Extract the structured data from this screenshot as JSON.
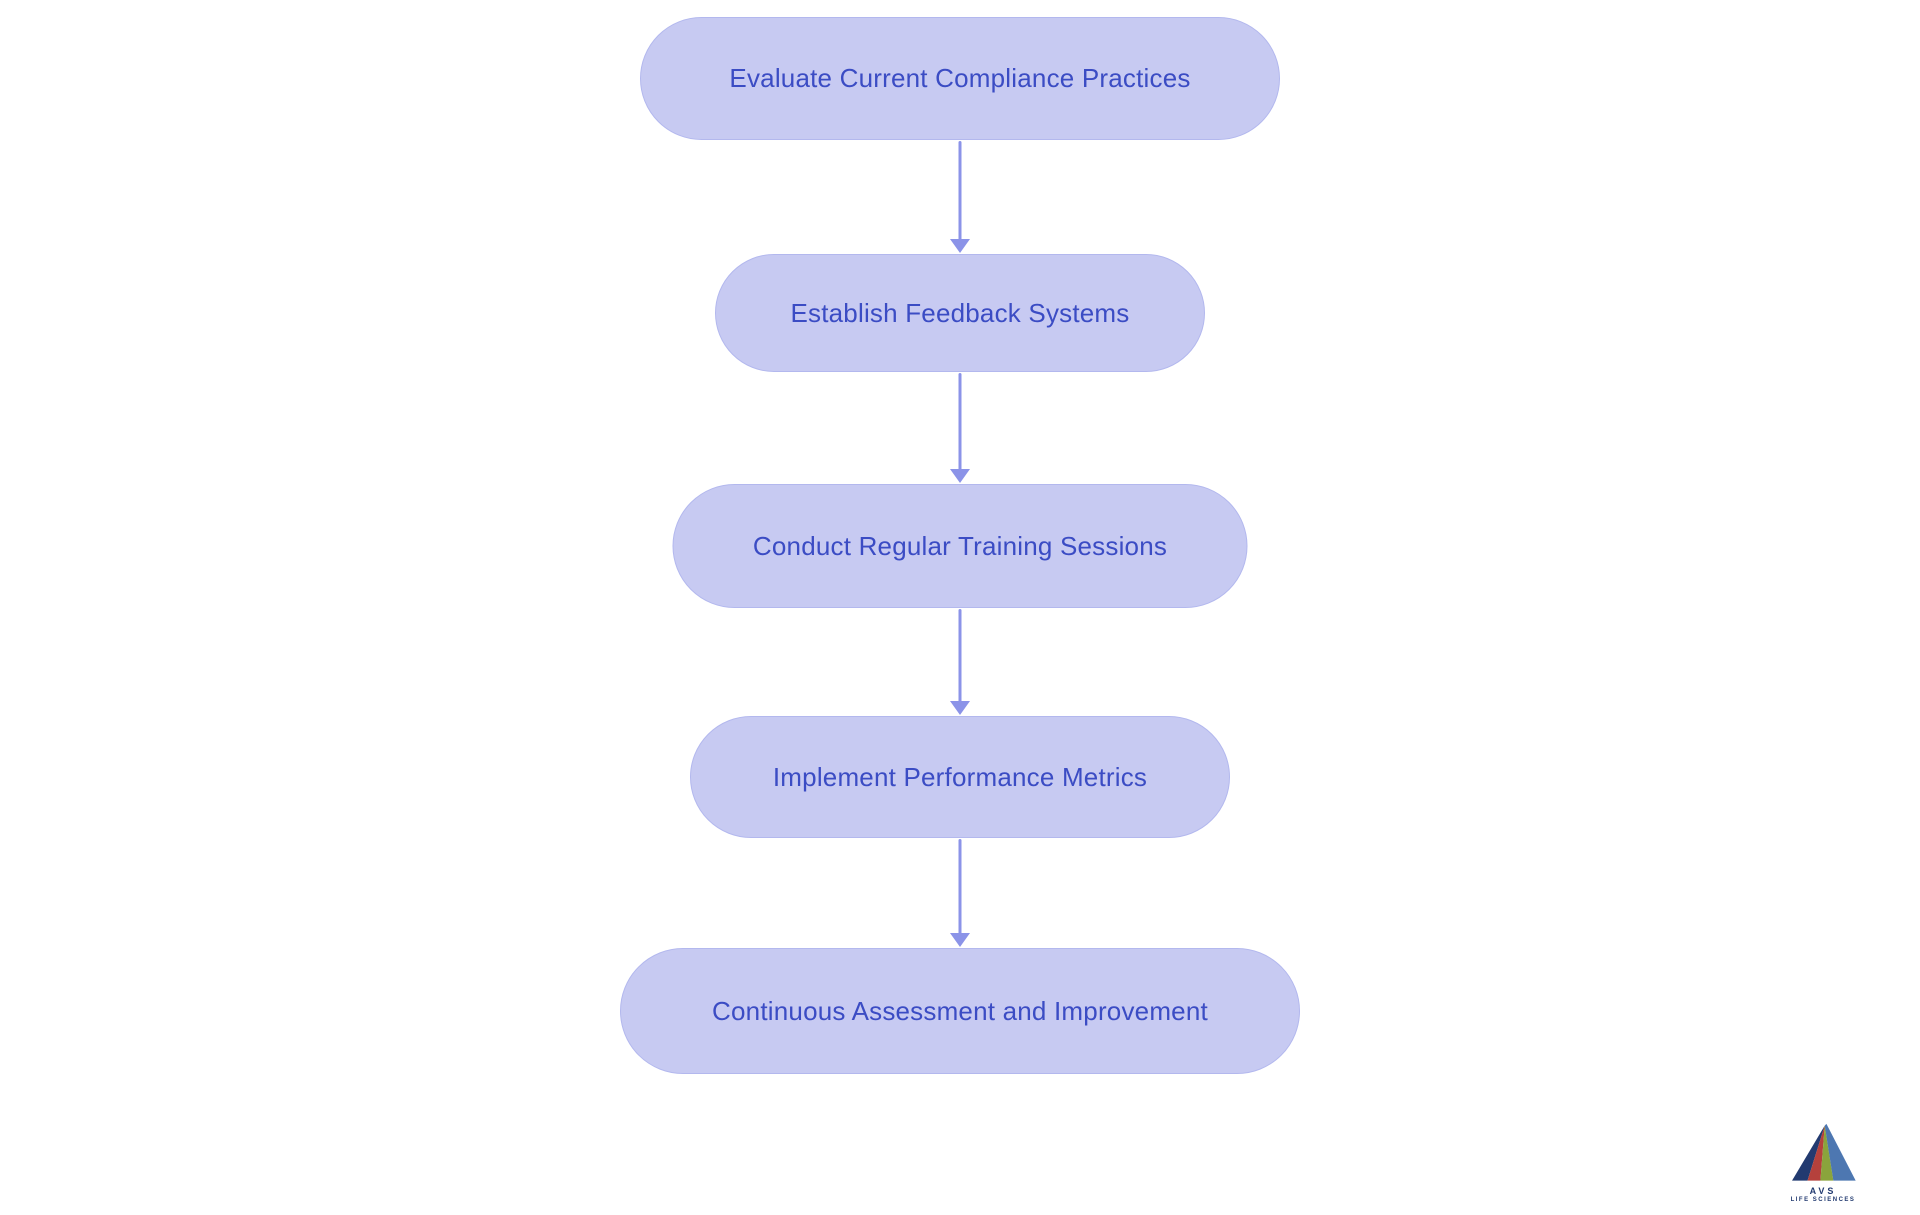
{
  "diagram": {
    "type": "flowchart",
    "direction": "top-down",
    "nodes": [
      {
        "label": "Evaluate Current Compliance Practices"
      },
      {
        "label": "Establish Feedback Systems"
      },
      {
        "label": "Conduct Regular Training Sessions"
      },
      {
        "label": "Implement Performance Metrics"
      },
      {
        "label": "Continuous Assessment and Improvement"
      }
    ],
    "edges": [
      {
        "from": 0,
        "to": 1
      },
      {
        "from": 1,
        "to": 2
      },
      {
        "from": 2,
        "to": 3
      },
      {
        "from": 3,
        "to": 4
      }
    ],
    "colors": {
      "node_fill": "#c7caf2",
      "node_border": "#b3b8ee",
      "node_text": "#3b4cc4",
      "arrow": "#8b93e8",
      "background": "#ffffff",
      "brand_navy": "#223a70",
      "brand_red": "#b5413c",
      "brand_green": "#8aa43c",
      "brand_blue": "#2e5fa3"
    }
  },
  "brand": {
    "line1": "AVS",
    "line2": "LIFE SCIENCES"
  }
}
